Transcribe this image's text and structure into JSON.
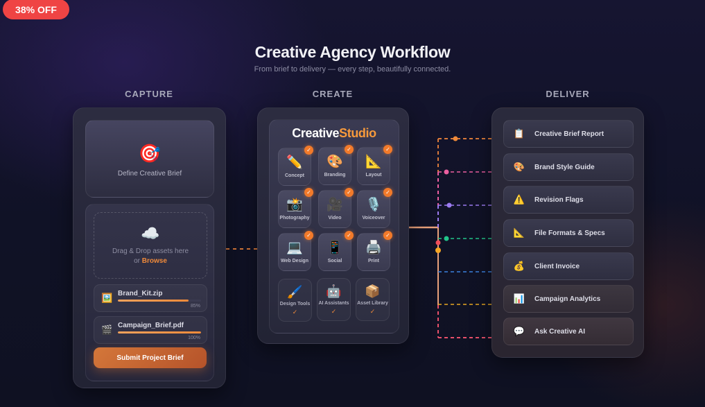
{
  "badge": {
    "label": "38% OFF",
    "color": "#ef4444"
  },
  "header": {
    "title": "Creative Agency Workflow",
    "subtitle": "From brief to delivery — every step, beautifully connected."
  },
  "columns": {
    "capture": "CAPTURE",
    "create": "CREATE",
    "deliver": "DELIVER"
  },
  "capture": {
    "brief": {
      "icon": "target-icon",
      "glyph": "🎯",
      "label": "Define Creative Brief"
    },
    "dropzone": {
      "icon": "cloud-icon",
      "glyph": "☁️",
      "text": "Drag & Drop assets here",
      "or": "or ",
      "browse": "Browse"
    },
    "files": [
      {
        "icon": "image-file-icon",
        "glyph": "🖼️",
        "name": "Brand_Kit.zip",
        "progress": 85,
        "progress_label": "85%"
      },
      {
        "icon": "clapper-icon",
        "glyph": "🎬",
        "name": "Campaign_Brief.pdf",
        "progress": 100,
        "progress_label": "100%"
      }
    ],
    "submit_label": "Submit Project Brief"
  },
  "create": {
    "title_white": "Creative",
    "title_orange": "Studio",
    "tools": [
      {
        "icon": "pencil-icon",
        "glyph": "✏️",
        "label": "Concept",
        "checked": true
      },
      {
        "icon": "palette-icon",
        "glyph": "🎨",
        "label": "Branding",
        "checked": true
      },
      {
        "icon": "triangle-ruler-icon",
        "glyph": "📐",
        "label": "Layout",
        "checked": true
      },
      {
        "icon": "camera-icon",
        "glyph": "📸",
        "label": "Photography",
        "checked": true
      },
      {
        "icon": "video-camera-icon",
        "glyph": "🎥",
        "label": "Video",
        "checked": true
      },
      {
        "icon": "microphone-icon",
        "glyph": "🎙️",
        "label": "Voiceover",
        "checked": true
      },
      {
        "icon": "laptop-icon",
        "glyph": "💻",
        "label": "Web Design",
        "checked": true
      },
      {
        "icon": "phone-apps-icon",
        "glyph": "📱",
        "label": "Social",
        "checked": true
      },
      {
        "icon": "printer-icon",
        "glyph": "🖨️",
        "label": "Print",
        "checked": true
      }
    ],
    "check_glyph": "✓",
    "resources": [
      {
        "icon": "paintbrush-icon",
        "glyph": "🖌️",
        "label": "Design Tools",
        "check": "✓"
      },
      {
        "icon": "robot-icon",
        "glyph": "🤖",
        "label": "AI Assistants",
        "check": "✓"
      },
      {
        "icon": "package-icon",
        "glyph": "📦",
        "label": "Asset Library",
        "check": "✓"
      }
    ]
  },
  "deliver": {
    "outputs": [
      {
        "icon": "clipboard-icon",
        "glyph": "📋",
        "label": "Creative Brief Report",
        "wire_color": "#f08a3a"
      },
      {
        "icon": "palette-icon",
        "glyph": "🎨",
        "label": "Brand Style Guide",
        "wire_color": "#ec5fa0"
      },
      {
        "icon": "warning-icon",
        "glyph": "⚠️",
        "label": "Revision Flags",
        "wire_color": "#9b7bf0"
      },
      {
        "icon": "triangle-ruler-icon",
        "glyph": "📐",
        "label": "File Formats & Specs",
        "wire_color": "#22c58a"
      },
      {
        "icon": "money-bag-icon",
        "glyph": "💰",
        "label": "Client Invoice",
        "wire_color": "#3b82e0"
      },
      {
        "icon": "bar-chart-icon",
        "glyph": "📊",
        "label": "Campaign Analytics",
        "wire_color": "#e8a721"
      },
      {
        "icon": "speech-bubble-icon",
        "glyph": "💬",
        "label": "Ask Creative AI",
        "wire_color": "#e8506a"
      }
    ]
  },
  "colors": {
    "accent": "#f08a3a",
    "badge": "#ef4444",
    "background": "#12132a"
  }
}
